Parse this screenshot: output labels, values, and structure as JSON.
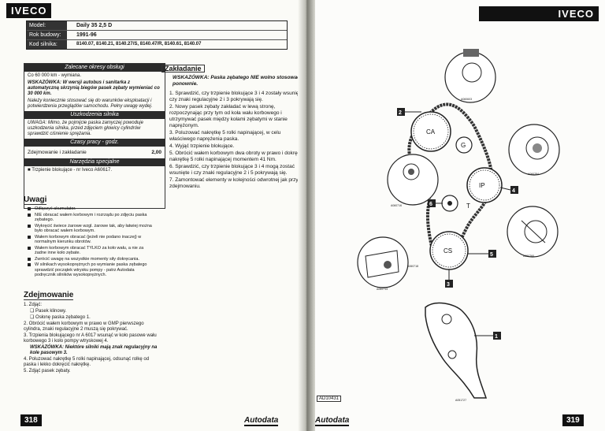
{
  "left": {
    "brand": "IVECO",
    "spec": [
      {
        "key": "Model:",
        "value": "Daily 35 2,5 D"
      },
      {
        "key": "Rok budowy:",
        "value": "1991-96"
      },
      {
        "key": "Kod silnika:",
        "value": "8140.07, 8140.21, 8140.27/S, 8140.47/R, 8140.61, 8140.07"
      }
    ],
    "service_title": "Zalecane okresy obsługi",
    "service_text": "Co 60 000 km - wymiana.",
    "service_note": "WSKAZÓWKA: W wersji autobus i sanitarka z automatyczną skrzynią biegów pasek zębaty wymieniać co 30 000 km.",
    "service_text2": "Należy koniecznie stosować się do warunków eksploatacji i potwierdzenia przeglądów samochodu. Pełny uwagę wydej.",
    "damage_title": "Uszkodzenia silnika",
    "damage_text": "UWAGA: Mimo, że pojmijcie paska zamyczej powoduje uszkodzenia silnika, przed zdjęciem głowicy cylindrów sprawdzić ciśnienie sprężania.",
    "time_title": "Czasy pracy - godz.",
    "time_label": "Zdejmowanie i zakładanie",
    "time_value": "2,00",
    "tools_title": "Narzędzia specjalne",
    "tools_item": "Trzpienie blokujące - nr Iveco A60617.",
    "notes_title": "Uwagi",
    "notes": [
      "Odłączyć akumulator.",
      "NIE obracać wałem korbowym i rozrządu po zdjęciu paska zębatego.",
      "Wykręcić świece żarowe wzgl. żarowe tak, aby łatwiej można było obracać wałem korbowym.",
      "Wałem korbowym obracać (jeżeli nie podano inaczej) w normalnym kierunku obrotów.",
      "Wałem korbowym obracać TYLKO za koło wału, a nie za żadne inne koło zębate.",
      "Zwrócić uwagę na wszystkie momenty siły dokręcania.",
      "W silnikach wysokoprężnych po wymianie paska zębatego sprawdzić początek wtrysku pompy - patrz Autodata podręcznik silników wysokoprężnych."
    ],
    "removal_title": "Zdejmowanie",
    "removal_steps": [
      "1. Zdjąć:",
      "   ❑ Pasek klinowy.",
      "   ❑ Osłonę paska zębatego 1.",
      "2. Obrócić wałem korbowym w prawo w GMP pierwszego cylindra, znaki regulacyjne 2 muszą się pokrywać.",
      "3. Trzpienia blokującego nr A 6017 wsunąć w koło pasowe wału korbowego 3 i koło pompy wtryskowej 4.",
      "   WSKAZÓWKA: Niektóre silniki mają znak regulacyjny na kole pasowym 3.",
      "4. Poluzować nakrętkę 5 rolki napinającej, odsunąć rolkę od paska i lekko dokręcić nakrętkę.",
      "5. Zdjąć pasek zębaty."
    ],
    "page_number": "318",
    "footer_brand": "Autodata"
  },
  "install": {
    "title": "Zakładanie",
    "note": "WSKAZÓWKA: Paska zębatego NIE wolno stosować ponownie.",
    "steps": [
      "1. Sprawdzić, czy trzpienie blokujące 3 i 4 zostały wsunięte i czy znaki regulacyjne 2 i 3 pokrywają się.",
      "2. Nowy pasek zębaty zakładać w lewą stronę, rozpoczynając przy tym od koła wału korbowego i utrzymywać pasek między kołami zębatymi w stanie naprężonym.",
      "3. Poluzować nakrętkę 5 rolki napinającej, w celu właściwego naprężenia paska.",
      "4. Wyjąć trzpienie blokujące.",
      "5. Obrócić wałem korbowym dwa obroty w prawo i dokręcić nakrętkę 5 rolki napinającej momentem 41 Nm.",
      "6. Sprawdzić, czy trzpienie blokujące 3 i 4 mogą zostać wsunięte i czy znaki regulacyjne 2 i 5 pokrywają się.",
      "7. Zamontować elementy w kolejności odwrotnej jak przy zdejmowaniu."
    ]
  },
  "right": {
    "brand": "IVECO",
    "diagram_labels": {
      "ca": "CA",
      "g": "G",
      "ip": "IP",
      "t": "T",
      "cs": "CS"
    },
    "callouts": [
      "2",
      "6",
      "4",
      "5",
      "3",
      "1"
    ],
    "figure_codes": [
      "A060603",
      "A060784",
      "A060716",
      "A060760",
      "A060718",
      "A060713",
      "A051727"
    ],
    "ref_code": "AD10431",
    "page_number": "319",
    "footer_brand": "Autodata"
  }
}
